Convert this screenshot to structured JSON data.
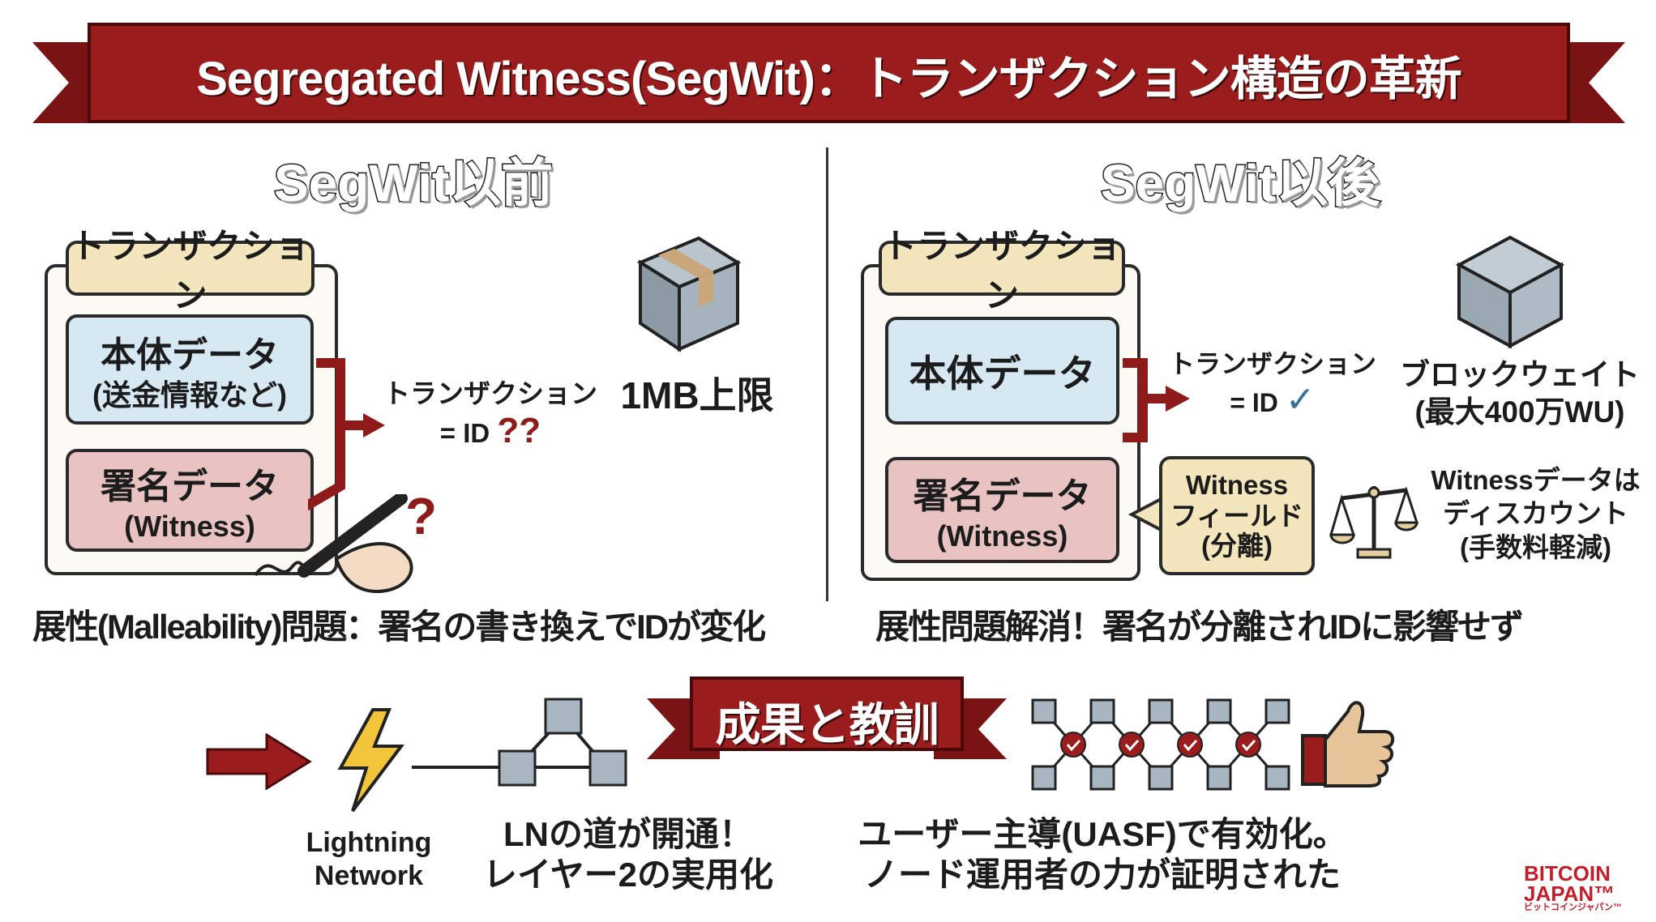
{
  "title": "Segregated Witness(SegWit)：トランザクション構造の革新",
  "before": {
    "heading": "SegWit以前",
    "tx_label": "トランザクション",
    "body_data": "本体データ",
    "body_sub": "(送金情報など)",
    "sig_data": "署名データ",
    "sig_sub": "(Witness)",
    "id_line1": "トランザクション",
    "id_line2": "= ID",
    "id_mark": "??",
    "block_limit": "1MB上限",
    "question": "?",
    "caption": "展性(Malleability)問題：署名の書き換えでIDが変化"
  },
  "after": {
    "heading": "SegWit以後",
    "tx_label": "トランザクション",
    "body_data": "本体データ",
    "sig_data": "署名データ",
    "sig_sub": "(Witness)",
    "id_line1": "トランザクション",
    "id_line2": "= ID",
    "check": "✓",
    "block_weight": "ブロックウェイト",
    "block_weight_sub": "(最大400万WU)",
    "witness_field": [
      "Witness",
      "フィールド",
      "(分離)"
    ],
    "discount": [
      "Witnessデータは",
      "ディスカウント",
      "(手数料軽減)"
    ],
    "caption": "展性問題解消！署名が分離されIDに影響せず"
  },
  "results": {
    "heading": "成果と教訓",
    "ln_label": [
      "Lightning",
      "Network"
    ],
    "ln_text": [
      "LNの道が開通！",
      "レイヤー2の実用化"
    ],
    "uasf_text": [
      "ユーザー主導(UASF)で有効化。",
      "ノード運用者の力が証明された"
    ]
  },
  "logo": {
    "line1": "BITCOIN",
    "line2": "JAPAN™",
    "line3": "ビットコインジャパン™"
  },
  "colors": {
    "ribbon": "#9b1c1c",
    "blue": "#d6e9f3",
    "pink": "#e9c2c2",
    "tan": "#f3e6bd",
    "check": "#3a6f96"
  }
}
